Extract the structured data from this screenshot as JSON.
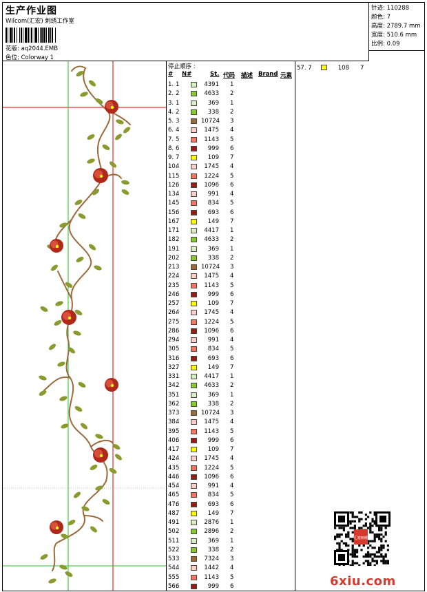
{
  "header": {
    "title": "生产作业图",
    "subtitle": "Wilcom(汇宏) 刺绣工作室",
    "file_label": "花版:",
    "file_name": "aq2044.EMB",
    "colorway_label": "色位:",
    "colorway_name": "Colorway 1"
  },
  "stats": {
    "stitches_label": "针迹:",
    "stitches": "110288",
    "colors_label": "颜色:",
    "colors": "7",
    "height_label": "高度:",
    "height": "2789.7 mm",
    "width_label": "宽度:",
    "width": "510.6 mm",
    "scale_label": "比例:",
    "scale": "0.09"
  },
  "stop_sequence": {
    "title": "停止顺序 :",
    "headers": {
      "seq": "#",
      "num": "N#",
      "st": "St.",
      "code": "代码",
      "desc": "描述",
      "brand": "Brand",
      "chart": "元素"
    },
    "rows": [
      {
        "seq": "1.",
        "num": "1",
        "color": "#d8efc4",
        "st": "4391",
        "code": "1"
      },
      {
        "seq": "2.",
        "num": "2",
        "color": "#8cc43c",
        "st": "4633",
        "code": "2"
      },
      {
        "seq": "3.",
        "num": "1",
        "color": "#d8efc4",
        "st": "369",
        "code": "1"
      },
      {
        "seq": "4.",
        "num": "2",
        "color": "#8cc43c",
        "st": "338",
        "code": "2"
      },
      {
        "seq": "5.",
        "num": "3",
        "color": "#9b6a3a",
        "st": "10724",
        "code": "3"
      },
      {
        "seq": "6.",
        "num": "4",
        "color": "#fbd0c6",
        "st": "1475",
        "code": "4"
      },
      {
        "seq": "7.",
        "num": "5",
        "color": "#ec7a64",
        "st": "1143",
        "code": "5"
      },
      {
        "seq": "8.",
        "num": "6",
        "color": "#8a2114",
        "st": "999",
        "code": "6"
      },
      {
        "seq": "9.",
        "num": "7",
        "color": "#ffff00",
        "st": "109",
        "code": "7"
      },
      {
        "seq": "10.",
        "num": "4",
        "color": "#fbd0c6",
        "st": "1745",
        "code": "4"
      },
      {
        "seq": "11.",
        "num": "5",
        "color": "#ec7a64",
        "st": "1224",
        "code": "5"
      },
      {
        "seq": "12.",
        "num": "6",
        "color": "#8a2114",
        "st": "1096",
        "code": "6"
      },
      {
        "seq": "13.",
        "num": "4",
        "color": "#fbd0c6",
        "st": "991",
        "code": "4"
      },
      {
        "seq": "14.",
        "num": "5",
        "color": "#ec7a64",
        "st": "834",
        "code": "5"
      },
      {
        "seq": "15.",
        "num": "6",
        "color": "#8a2114",
        "st": "693",
        "code": "6"
      },
      {
        "seq": "16.",
        "num": "7",
        "color": "#ffff00",
        "st": "149",
        "code": "7"
      },
      {
        "seq": "17.",
        "num": "1",
        "color": "#d8efc4",
        "st": "4417",
        "code": "1"
      },
      {
        "seq": "18.",
        "num": "2",
        "color": "#8cc43c",
        "st": "4633",
        "code": "2"
      },
      {
        "seq": "19.",
        "num": "1",
        "color": "#d8efc4",
        "st": "369",
        "code": "1"
      },
      {
        "seq": "20.",
        "num": "2",
        "color": "#8cc43c",
        "st": "338",
        "code": "2"
      },
      {
        "seq": "21.",
        "num": "3",
        "color": "#9b6a3a",
        "st": "10724",
        "code": "3"
      },
      {
        "seq": "22.",
        "num": "4",
        "color": "#fbd0c6",
        "st": "1475",
        "code": "4"
      },
      {
        "seq": "23.",
        "num": "5",
        "color": "#ec7a64",
        "st": "1143",
        "code": "5"
      },
      {
        "seq": "24.",
        "num": "6",
        "color": "#8a2114",
        "st": "999",
        "code": "6"
      },
      {
        "seq": "25.",
        "num": "7",
        "color": "#ffff00",
        "st": "109",
        "code": "7"
      },
      {
        "seq": "26.",
        "num": "4",
        "color": "#fbd0c6",
        "st": "1745",
        "code": "4"
      },
      {
        "seq": "27.",
        "num": "5",
        "color": "#ec7a64",
        "st": "1224",
        "code": "5"
      },
      {
        "seq": "28.",
        "num": "6",
        "color": "#8a2114",
        "st": "1096",
        "code": "6"
      },
      {
        "seq": "29.",
        "num": "4",
        "color": "#fbd0c6",
        "st": "991",
        "code": "4"
      },
      {
        "seq": "30.",
        "num": "5",
        "color": "#ec7a64",
        "st": "834",
        "code": "5"
      },
      {
        "seq": "31.",
        "num": "6",
        "color": "#8a2114",
        "st": "693",
        "code": "6"
      },
      {
        "seq": "32.",
        "num": "7",
        "color": "#ffff00",
        "st": "149",
        "code": "7"
      },
      {
        "seq": "33.",
        "num": "1",
        "color": "#d8efc4",
        "st": "4417",
        "code": "1"
      },
      {
        "seq": "34.",
        "num": "2",
        "color": "#8cc43c",
        "st": "4633",
        "code": "2"
      },
      {
        "seq": "35.",
        "num": "1",
        "color": "#d8efc4",
        "st": "369",
        "code": "1"
      },
      {
        "seq": "36.",
        "num": "2",
        "color": "#8cc43c",
        "st": "338",
        "code": "2"
      },
      {
        "seq": "37.",
        "num": "3",
        "color": "#9b6a3a",
        "st": "10724",
        "code": "3"
      },
      {
        "seq": "38.",
        "num": "4",
        "color": "#fbd0c6",
        "st": "1475",
        "code": "4"
      },
      {
        "seq": "39.",
        "num": "5",
        "color": "#ec7a64",
        "st": "1143",
        "code": "5"
      },
      {
        "seq": "40.",
        "num": "6",
        "color": "#8a2114",
        "st": "999",
        "code": "6"
      },
      {
        "seq": "41.",
        "num": "7",
        "color": "#ffff00",
        "st": "109",
        "code": "7"
      },
      {
        "seq": "42.",
        "num": "4",
        "color": "#fbd0c6",
        "st": "1745",
        "code": "4"
      },
      {
        "seq": "43.",
        "num": "5",
        "color": "#ec7a64",
        "st": "1224",
        "code": "5"
      },
      {
        "seq": "44.",
        "num": "6",
        "color": "#8a2114",
        "st": "1096",
        "code": "6"
      },
      {
        "seq": "45.",
        "num": "4",
        "color": "#fbd0c6",
        "st": "991",
        "code": "4"
      },
      {
        "seq": "46.",
        "num": "5",
        "color": "#ec7a64",
        "st": "834",
        "code": "5"
      },
      {
        "seq": "47.",
        "num": "6",
        "color": "#8a2114",
        "st": "693",
        "code": "6"
      },
      {
        "seq": "48.",
        "num": "7",
        "color": "#ffff00",
        "st": "149",
        "code": "7"
      },
      {
        "seq": "49.",
        "num": "1",
        "color": "#d8efc4",
        "st": "2876",
        "code": "1"
      },
      {
        "seq": "50.",
        "num": "2",
        "color": "#8cc43c",
        "st": "2896",
        "code": "2"
      },
      {
        "seq": "51.",
        "num": "1",
        "color": "#d8efc4",
        "st": "369",
        "code": "1"
      },
      {
        "seq": "52.",
        "num": "2",
        "color": "#8cc43c",
        "st": "338",
        "code": "2"
      },
      {
        "seq": "53.",
        "num": "3",
        "color": "#9b6a3a",
        "st": "7324",
        "code": "3"
      },
      {
        "seq": "54.",
        "num": "4",
        "color": "#fbd0c6",
        "st": "1442",
        "code": "4"
      },
      {
        "seq": "55.",
        "num": "5",
        "color": "#ec7a64",
        "st": "1143",
        "code": "5"
      },
      {
        "seq": "56.",
        "num": "6",
        "color": "#8a2114",
        "st": "999",
        "code": "6"
      }
    ]
  },
  "extra_sequence": {
    "rows": [
      {
        "seq": "57.",
        "num": "7",
        "color": "#ffff00",
        "st": "108",
        "code": "7"
      }
    ]
  },
  "design": {
    "stem_color": "#9b6a3a",
    "leaf_color": "#8b9a2e",
    "flower_color": "#b0281a",
    "flower_center_color": "#ffff00",
    "guide_red": "#e00000",
    "guide_green": "#22c022"
  },
  "watermark": {
    "text": "6xiu.com",
    "color": "#d53a2e",
    "seal_text": "汇宏刺绣"
  }
}
